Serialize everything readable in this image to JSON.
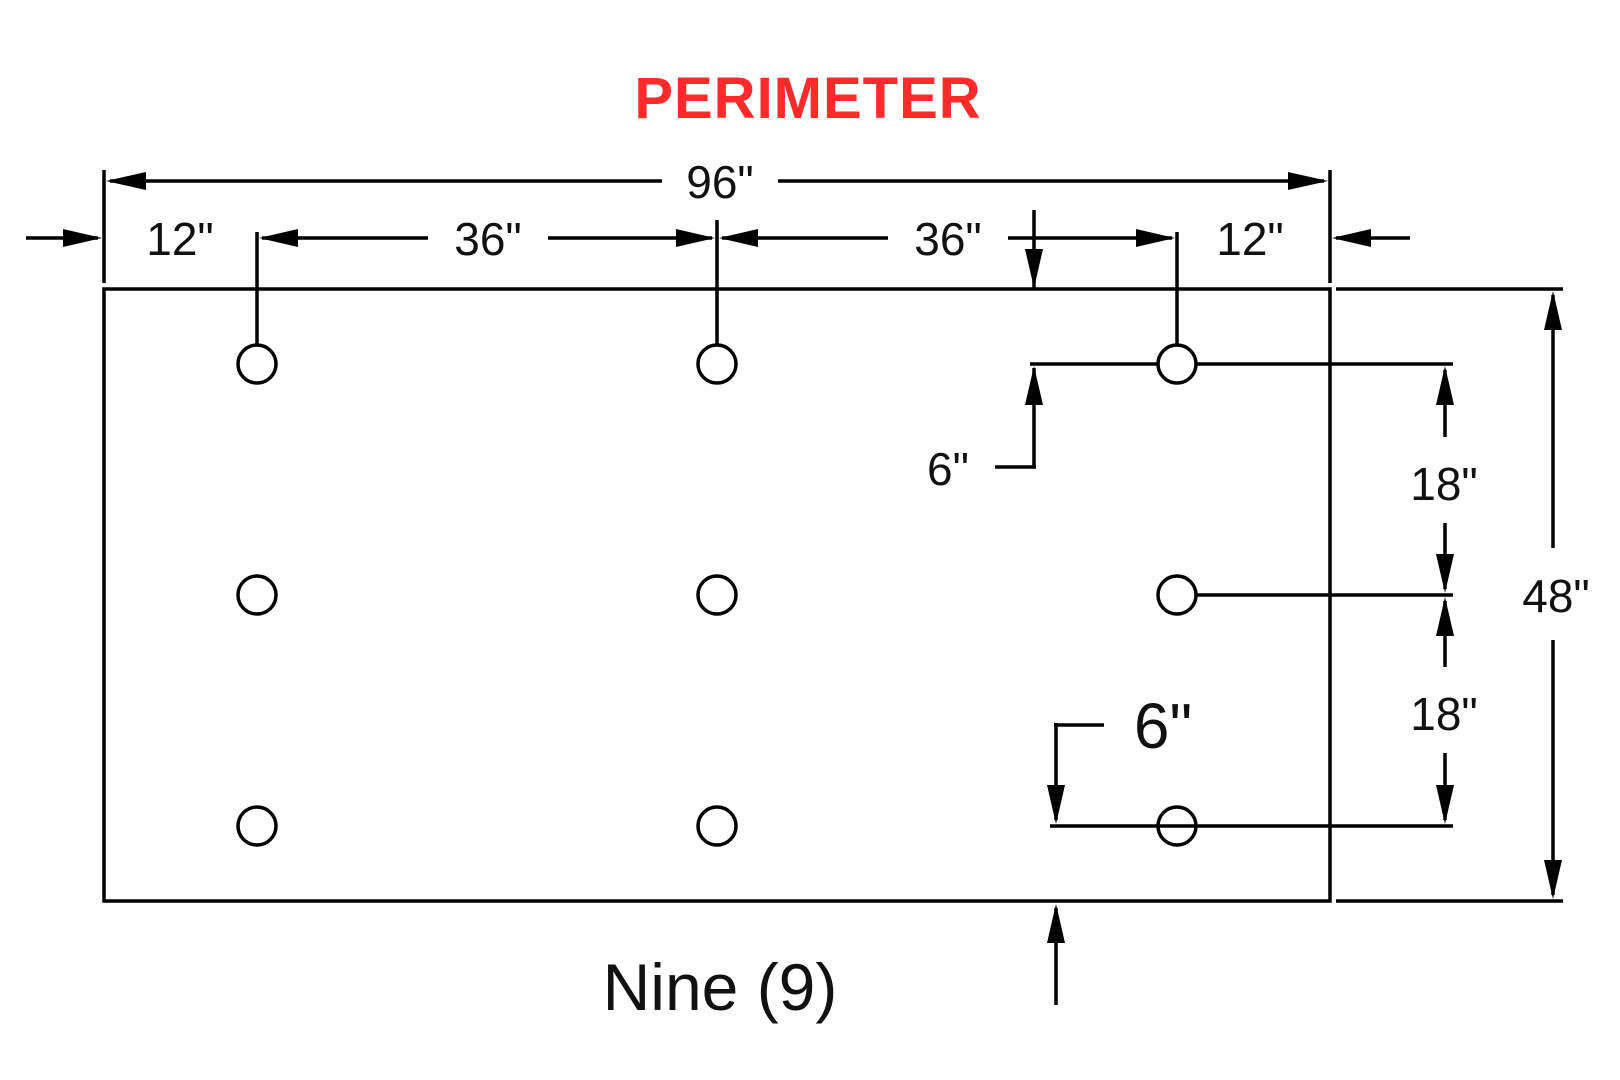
{
  "title": "PERIMETER",
  "title_color": "#ff2a2a",
  "dimensions": {
    "overall_width": "96\"",
    "left_margin": "12\"",
    "spacing_left": "36\"",
    "spacing_right": "36\"",
    "right_margin": "12\"",
    "overall_height": "48\"",
    "top_offset": "6\"",
    "upper_spacing": "18\"",
    "lower_spacing": "18\"",
    "bottom_offset": "6\""
  },
  "caption": "Nine (9)"
}
